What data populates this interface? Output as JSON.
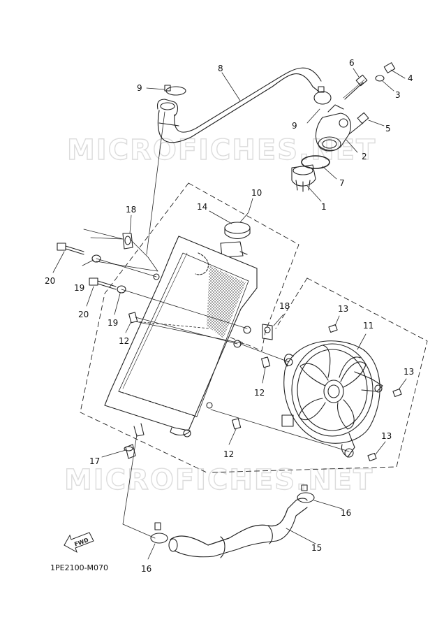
{
  "watermark": "MICROFICHES.NET",
  "drawing_code": "1PE2100-M070",
  "fwd_label": "FWD",
  "callouts": {
    "c1": "1",
    "c2": "2",
    "c3": "3",
    "c4": "4",
    "c5": "5",
    "c6": "6",
    "c7": "7",
    "c8": "8",
    "c9a": "9",
    "c9b": "9",
    "c10": "10",
    "c11": "11",
    "c12a": "12",
    "c12b": "12",
    "c12c": "12",
    "c13a": "13",
    "c13b": "13",
    "c13c": "13",
    "c14": "14",
    "c15": "15",
    "c16a": "16",
    "c16b": "16",
    "c17": "17",
    "c18a": "18",
    "c18b": "18",
    "c19a": "19",
    "c19b": "19",
    "c20a": "20",
    "c20b": "20"
  }
}
